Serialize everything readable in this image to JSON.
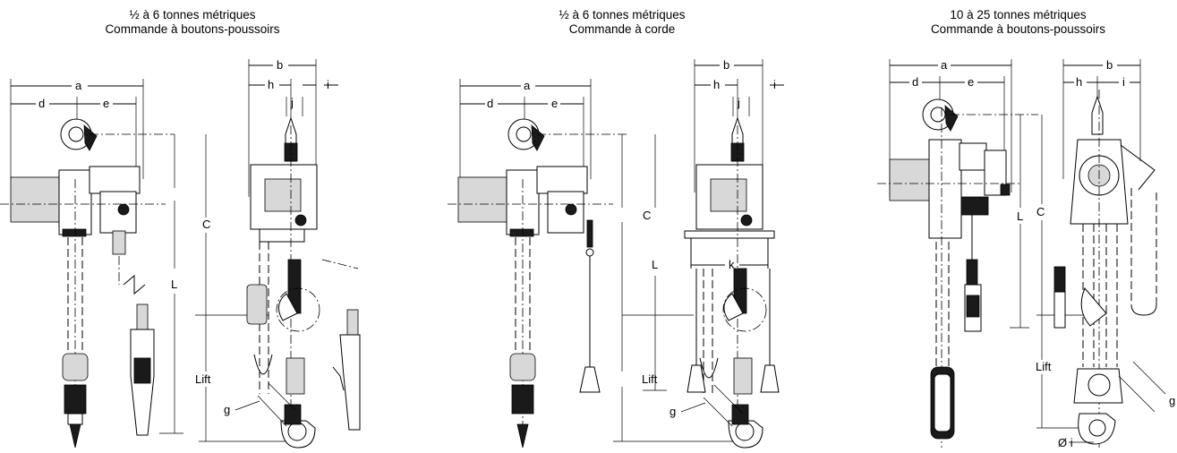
{
  "panels": [
    {
      "title_line1": "½ à 6 tonnes métriques",
      "title_line2": "Commande à boutons-poussoirs",
      "labels": {
        "a": "a",
        "b": "b",
        "c": "C",
        "d": "d",
        "e": "e",
        "g": "g",
        "h": "h",
        "i": "i",
        "j": "j",
        "l": "L",
        "lift": "Lift"
      }
    },
    {
      "title_line1": "½ à 6 tonnes métriques",
      "title_line2": "Commande à corde",
      "labels": {
        "a": "a",
        "b": "b",
        "c": "C",
        "d": "d",
        "e": "e",
        "g": "g",
        "h": "h",
        "i": "i",
        "j": "j",
        "k": "k",
        "l": "L",
        "lift": "Lift"
      }
    },
    {
      "title_line1": "10 à 25 tonnes métriques",
      "title_line2": "Commande à boutons-poussoirs",
      "labels": {
        "a": "a",
        "b": "b",
        "c": "C",
        "d": "d",
        "e": "e",
        "g": "g",
        "h": "h",
        "i": "i",
        "l": "L",
        "lift": "Lift",
        "dia_i": "Ø i"
      }
    }
  ]
}
